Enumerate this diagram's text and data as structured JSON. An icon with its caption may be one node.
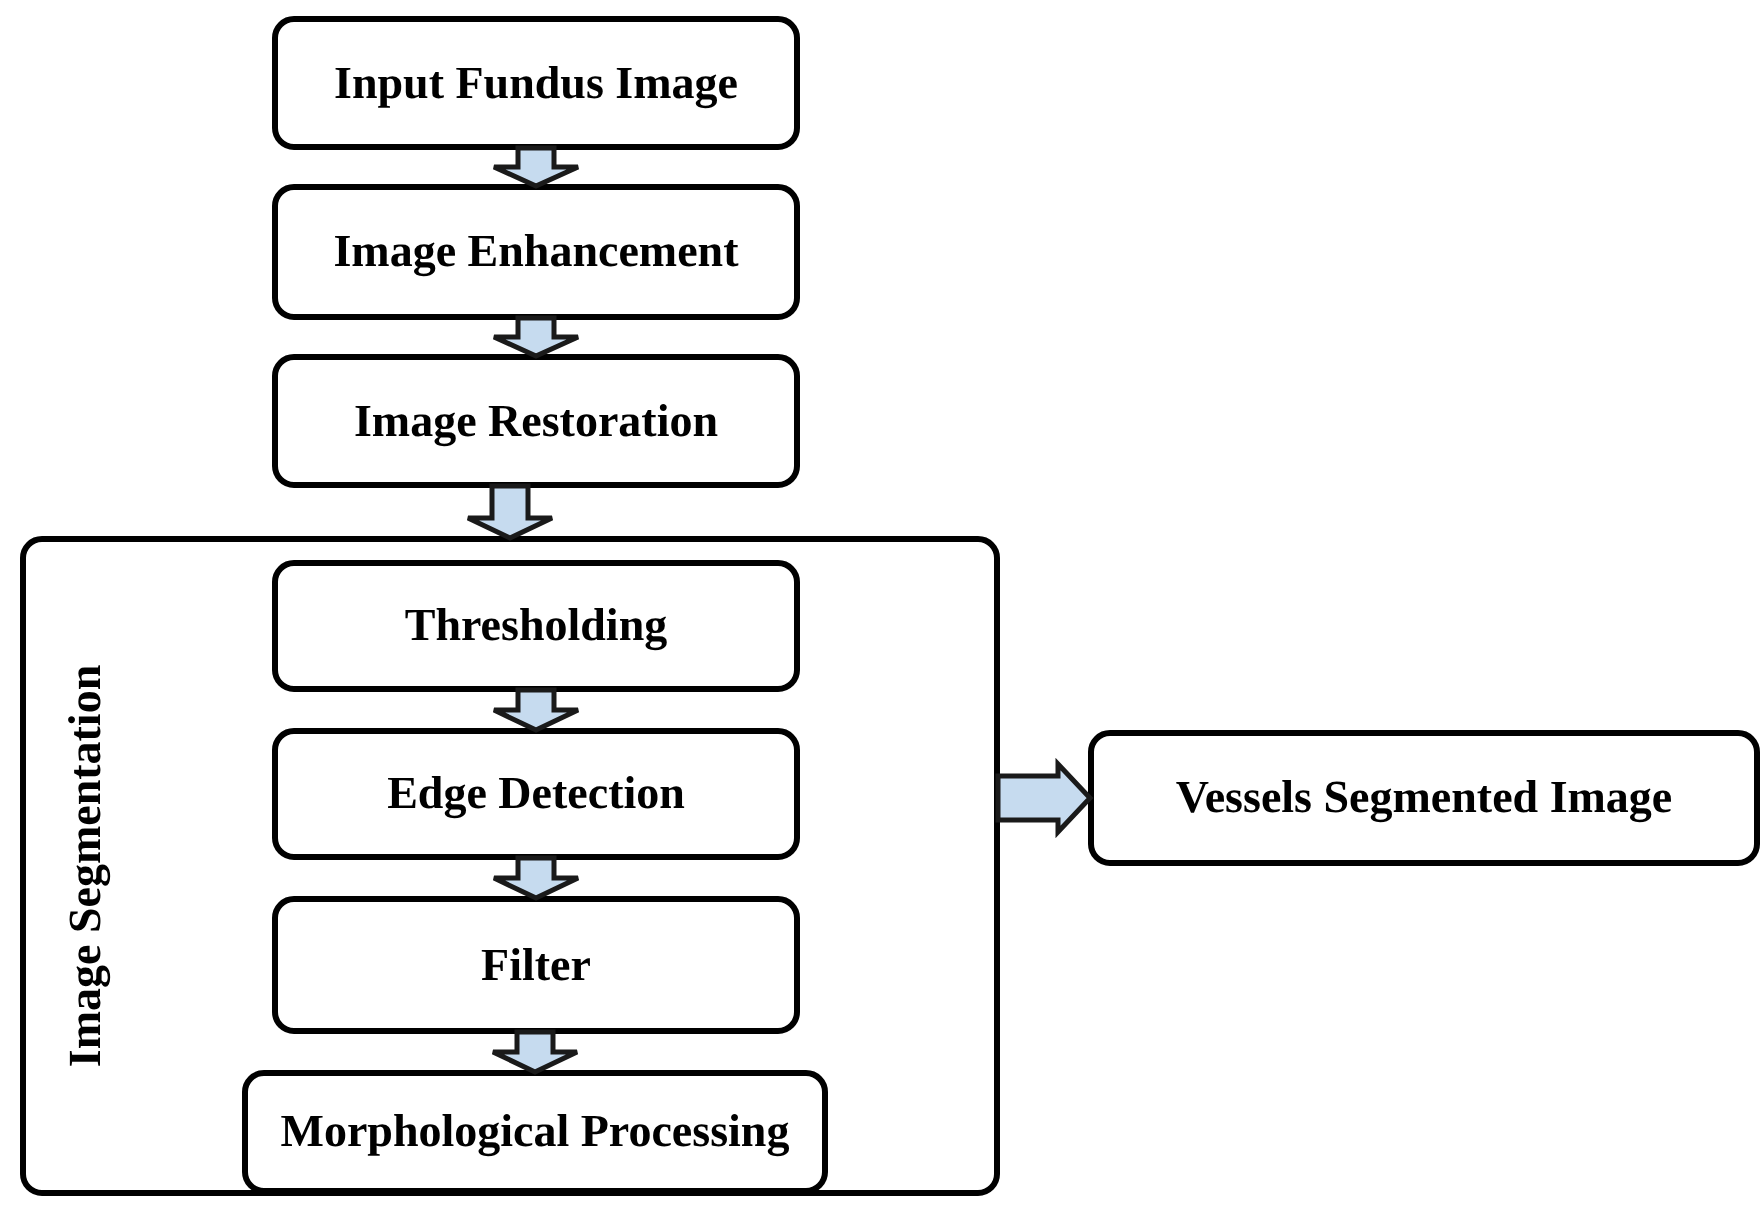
{
  "diagram": {
    "nodes": [
      {
        "text": [
          "Input Fundus Image"
        ]
      },
      {
        "text": [
          "Image Enhancement"
        ]
      },
      {
        "text": [
          "Image Restoration"
        ]
      },
      {
        "text": [
          "Image Segmentation"
        ]
      },
      {
        "text": [
          "Thresholding"
        ],
        "in": 3
      },
      {
        "text": [
          "Edge Detection"
        ],
        "in": 3
      },
      {
        "text": [
          "Filter"
        ],
        "in": 3
      },
      {
        "text": [
          "Morphological Processing"
        ],
        "in": 3
      },
      {
        "text": [
          "Vessels Segmented Image"
        ]
      }
    ],
    "edges": [
      {
        "from": 0,
        "to": 1,
        "arrow": "to"
      },
      {
        "from": 1,
        "to": 2,
        "arrow": "to"
      },
      {
        "from": 2,
        "to": 3,
        "arrow": "to"
      },
      {
        "from": 4,
        "to": 5,
        "arrow": "to"
      },
      {
        "from": 5,
        "to": 6,
        "arrow": "to"
      },
      {
        "from": 6,
        "to": 7,
        "arrow": "to"
      },
      {
        "from": 3,
        "to": 8,
        "arrow": "to"
      }
    ]
  }
}
